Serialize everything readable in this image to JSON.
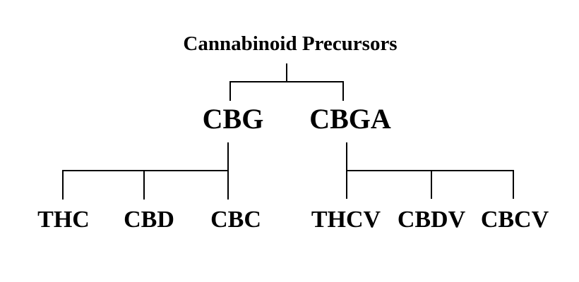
{
  "diagram": {
    "type": "tree",
    "title": "Cannabinoid Precursors",
    "colors": {
      "line": "#000000",
      "text": "#000000",
      "background": "#ffffff"
    },
    "precursors": [
      {
        "label": "CBG",
        "derivatives": [
          "THC",
          "CBD",
          "CBC"
        ]
      },
      {
        "label": "CBGA",
        "derivatives": [
          "THCV",
          "CBDV",
          "CBCV"
        ]
      }
    ]
  }
}
